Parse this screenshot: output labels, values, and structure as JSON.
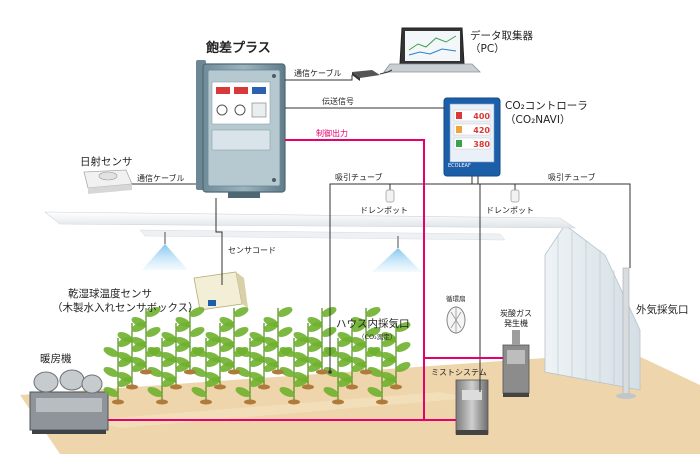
{
  "labels": {
    "main_unit": "飽差プラス",
    "pc_name": "データ取集器",
    "pc_sub": "（PC）",
    "comm_cable_top": "通信ケーブル",
    "transmit_signal": "伝送信号",
    "control_output": "制御出力",
    "co2_controller": "CO₂コントローラ",
    "co2_controller_sub": "（CO₂NAVI）",
    "solar_sensor": "日射センサ",
    "comm_cable_left": "通信ケーブル",
    "suction_tube_left": "吸引チューブ",
    "suction_tube_right": "吸引チューブ",
    "drain_pot_left": "ドレンポット",
    "drain_pot_right": "ドレンポット",
    "sensor_cord": "センサコード",
    "dry_wet_sensor": "乾湿球温度センサ",
    "dry_wet_sensor_sub": "（木製水入れセンサボックス）",
    "house_intake": "ハウス内採気口",
    "house_intake_sub": "（CO₂測定）",
    "circulation_fan": "循環扇",
    "co2_generator_1": "炭酸ガス",
    "co2_generator_2": "発生機",
    "outside_intake": "外気採気口",
    "heater": "暖房機",
    "mist_system": "ミストシステム"
  },
  "controller_display": {
    "reading_1": "400",
    "reading_2": "420",
    "reading_3": "380",
    "brand": "ECOLEAF"
  },
  "colors": {
    "signal_line": "#333333",
    "control_line": "#e5006e",
    "controller_blue": "#1c5fa8",
    "ground": "#e8c78f",
    "plant_green": "#6fb12d",
    "spray_blue": "#4aa3df"
  },
  "icons": {
    "pc": "laptop-icon",
    "modem": "modem-icon",
    "solar": "solar-sensor-icon",
    "heater": "heater-icon",
    "fan": "fan-icon"
  }
}
